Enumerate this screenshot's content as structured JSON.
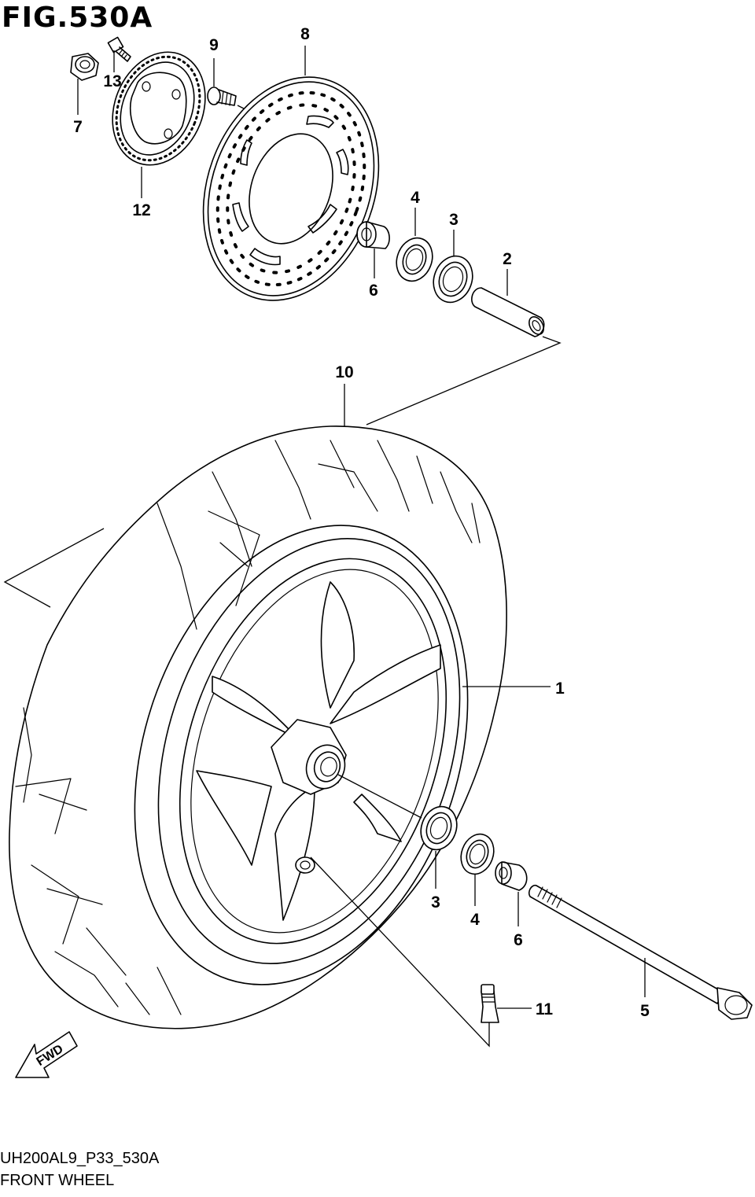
{
  "figure": {
    "title": "FIG.530A",
    "code": "UH200AL9_P33_530A",
    "name": "FRONT WHEEL",
    "fwd_label": "FWD"
  },
  "callouts": [
    {
      "id": "c1",
      "label": "1"
    },
    {
      "id": "c2",
      "label": "2"
    },
    {
      "id": "c3a",
      "label": "3"
    },
    {
      "id": "c3b",
      "label": "3"
    },
    {
      "id": "c4a",
      "label": "4"
    },
    {
      "id": "c4b",
      "label": "4"
    },
    {
      "id": "c5",
      "label": "5"
    },
    {
      "id": "c6a",
      "label": "6"
    },
    {
      "id": "c6b",
      "label": "6"
    },
    {
      "id": "c7",
      "label": "7"
    },
    {
      "id": "c8",
      "label": "8"
    },
    {
      "id": "c9",
      "label": "9"
    },
    {
      "id": "c10",
      "label": "10"
    },
    {
      "id": "c11",
      "label": "11"
    },
    {
      "id": "c12",
      "label": "12"
    },
    {
      "id": "c13",
      "label": "13"
    }
  ]
}
